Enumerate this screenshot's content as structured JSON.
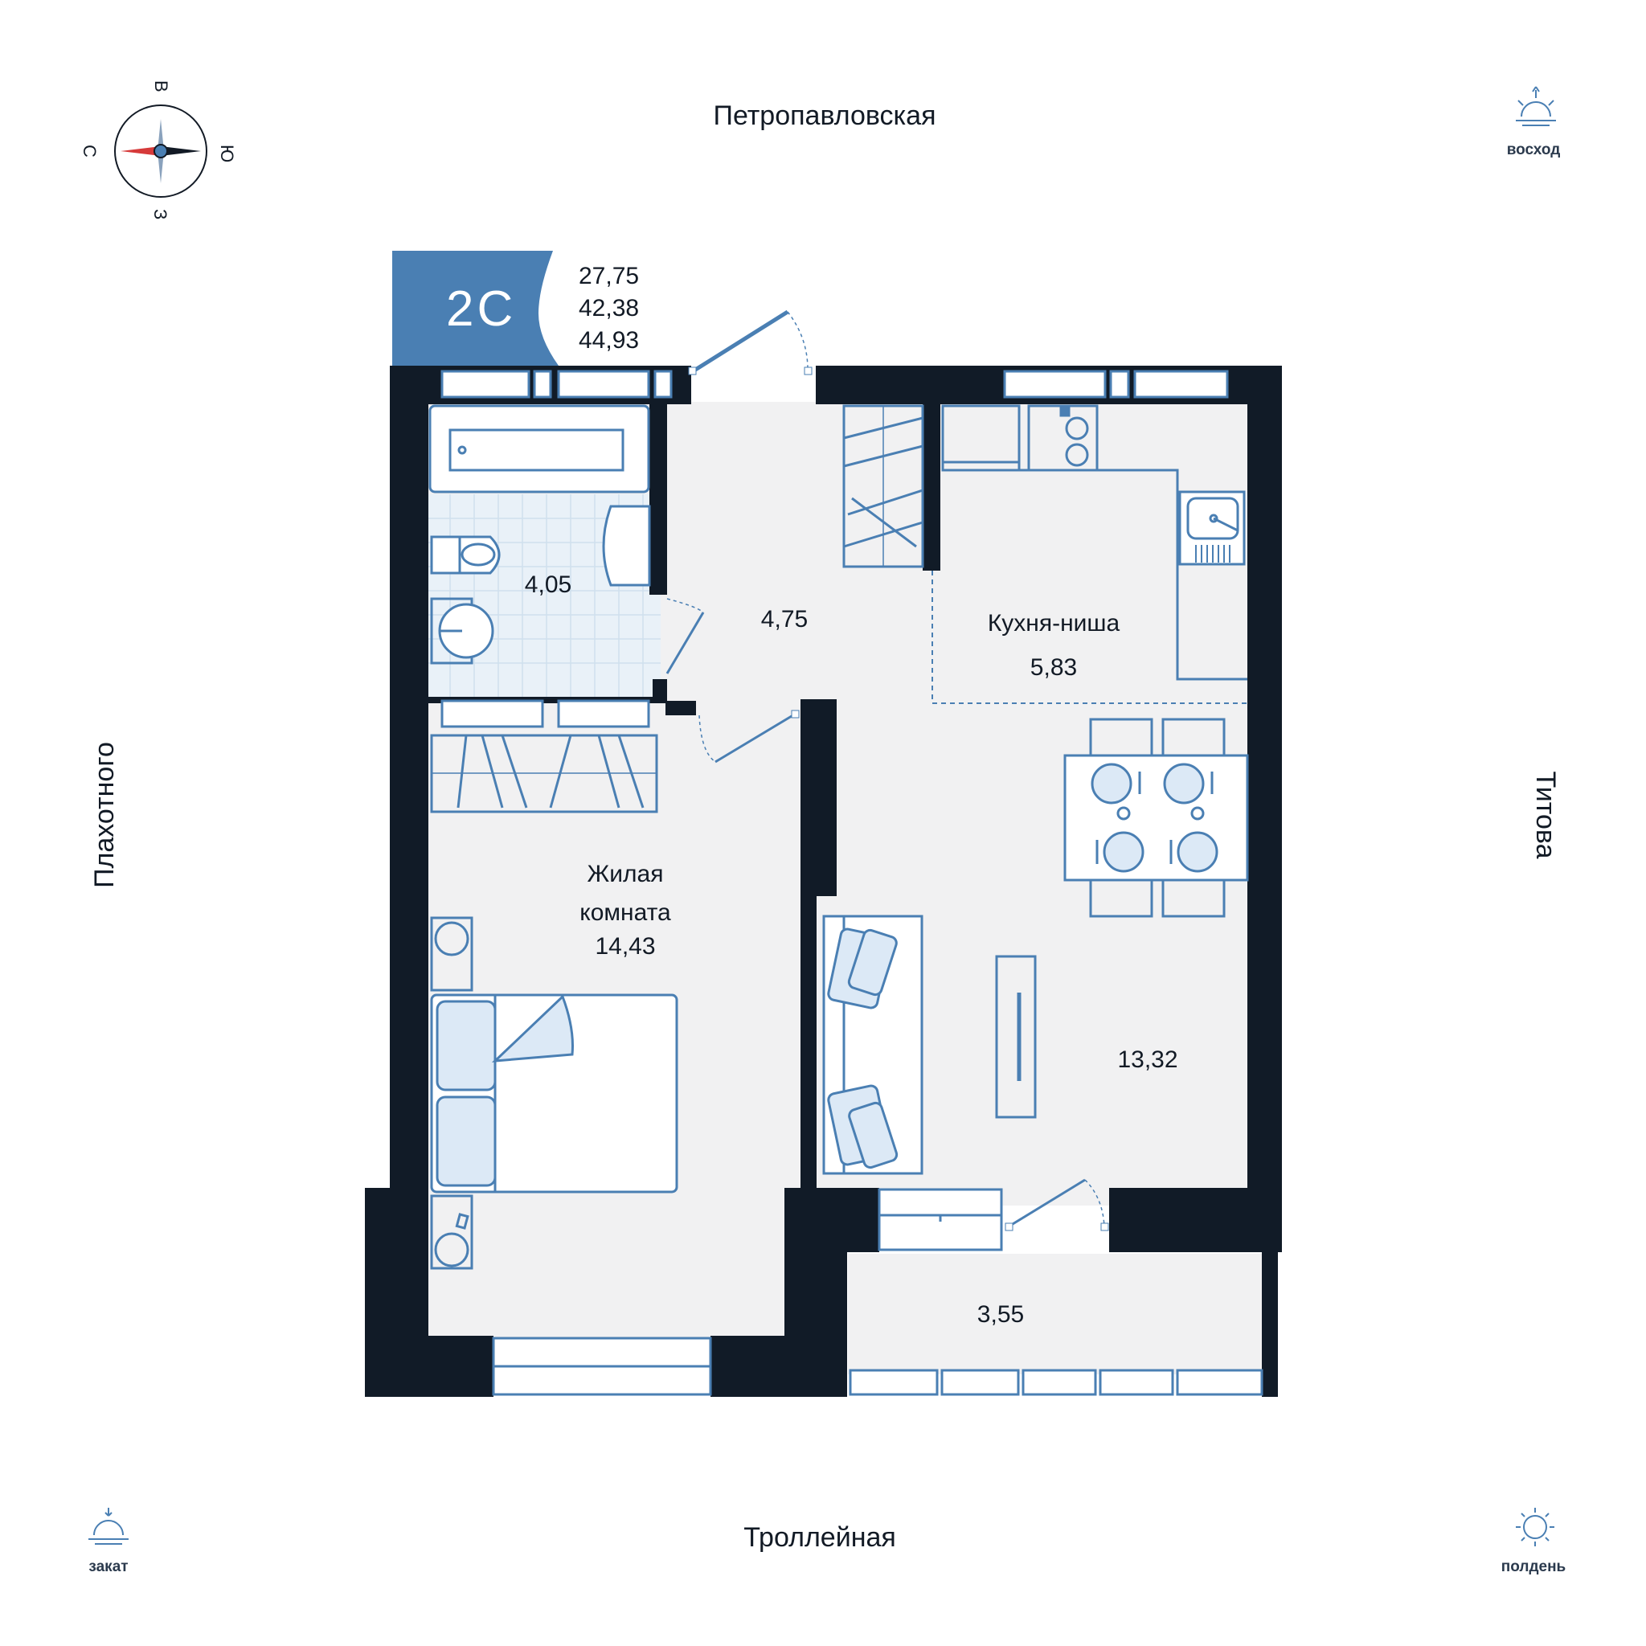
{
  "badge": {
    "type": "2С",
    "areas": [
      "27,75",
      "42,38",
      "44,93"
    ],
    "color": "#4a7fb3"
  },
  "streets": {
    "north": "Петропавловская",
    "south": "Троллейная",
    "west": "Плахотного",
    "east": "Титова"
  },
  "compass": {
    "top": "В",
    "left": "С",
    "right": "Ю",
    "bottom": "З"
  },
  "sun": {
    "sunrise": "восход",
    "sunset": "закат",
    "noon": "полдень"
  },
  "rooms": {
    "bathroom": {
      "area": "4,05"
    },
    "hall": {
      "area": "4,75"
    },
    "kitchen": {
      "name": "Кухня-ниша",
      "area": "5,83"
    },
    "living": {
      "name_line1": "Жилая",
      "name_line2": "комната",
      "area": "14,43"
    },
    "common": {
      "area": "13,32"
    },
    "balcony": {
      "area": "3,55"
    }
  },
  "colors": {
    "wall": "#111b27",
    "furniture": "#4a7fb3",
    "furniture_fill": "#dce9f6",
    "floor": "#f1f1f2"
  }
}
